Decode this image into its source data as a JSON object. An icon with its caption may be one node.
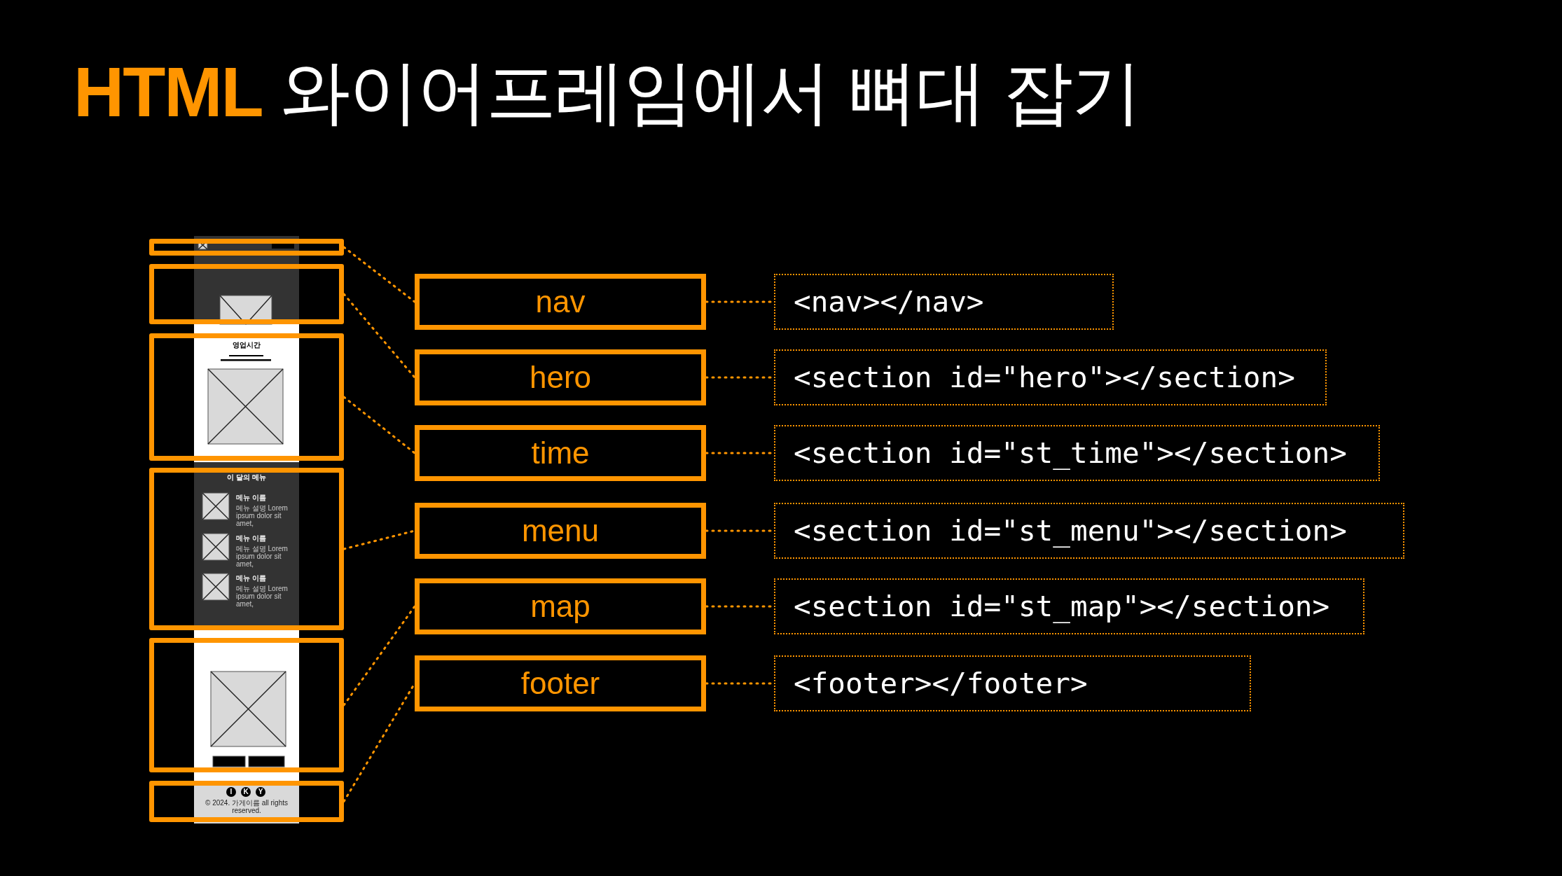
{
  "diagram": {
    "title": "HTML 와이어프레임에서 뼈대 잡기",
    "nodes": [
      {
        "text": [],
        "shape": "box"
      },
      {
        "text": [],
        "shape": "box"
      },
      {
        "text": [],
        "shape": "box"
      },
      {
        "text": [],
        "shape": "box"
      },
      {
        "text": [],
        "shape": "box"
      },
      {
        "text": [],
        "shape": "box"
      },
      {
        "text": [
          "nav"
        ]
      },
      {
        "text": [
          "hero"
        ]
      },
      {
        "text": [
          "time"
        ]
      },
      {
        "text": [
          "menu"
        ]
      },
      {
        "text": [
          "map"
        ]
      },
      {
        "text": [
          "footer"
        ]
      },
      {
        "text": [
          "<nav></nav>"
        ]
      },
      {
        "text": [
          "<section id=\"hero\"></section>"
        ]
      },
      {
        "text": [
          "<section id=\"st_time\"></section>"
        ]
      },
      {
        "text": [
          "<section id=\"st_menu\"></section>"
        ]
      },
      {
        "text": [
          "<section id=\"st_map\"></section>"
        ]
      },
      {
        "text": [
          "<footer></footer>"
        ]
      }
    ],
    "edges": [
      {
        "from": 0,
        "to": 6,
        "arrow": "none",
        "style": "dashed"
      },
      {
        "from": 1,
        "to": 7,
        "arrow": "none",
        "style": "dashed"
      },
      {
        "from": 2,
        "to": 8,
        "arrow": "none",
        "style": "dashed"
      },
      {
        "from": 3,
        "to": 9,
        "arrow": "none",
        "style": "dashed"
      },
      {
        "from": 4,
        "to": 10,
        "arrow": "none",
        "style": "dashed"
      },
      {
        "from": 5,
        "to": 11,
        "arrow": "none",
        "style": "dashed"
      },
      {
        "from": 6,
        "to": 12,
        "arrow": "none",
        "style": "dashed"
      },
      {
        "from": 7,
        "to": 13,
        "arrow": "none",
        "style": "dashed"
      },
      {
        "from": 8,
        "to": 14,
        "arrow": "none",
        "style": "dashed"
      },
      {
        "from": 9,
        "to": 15,
        "arrow": "none",
        "style": "dashed"
      },
      {
        "from": 10,
        "to": 16,
        "arrow": "none",
        "style": "dashed"
      },
      {
        "from": 11,
        "to": 17,
        "arrow": "none",
        "style": "dashed"
      }
    ],
    "labels": [
      "영업시간",
      "이 달의 메뉴",
      "메뉴 이름",
      "메뉴 설명 Lorem ipsum dolor sit amet,",
      "메뉴 이름",
      "메뉴 설명 Lorem ipsum dolor sit amet,",
      "메뉴 이름",
      "메뉴 설명 Lorem ipsum dolor sit amet,",
      "I",
      "K",
      "Y",
      "© 2024. 가게이름 all rights reserved."
    ]
  }
}
